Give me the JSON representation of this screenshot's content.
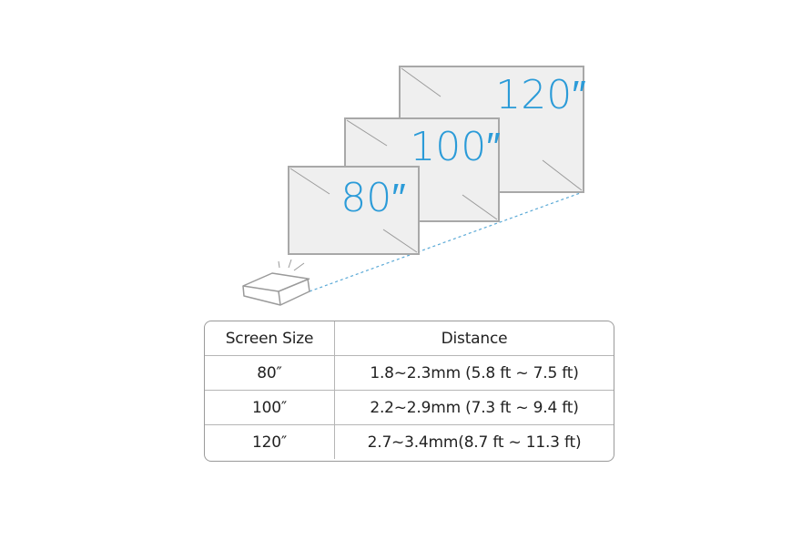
{
  "diagram": {
    "screens": [
      {
        "label": "120″",
        "size": 120
      },
      {
        "label": "100″",
        "size": 100
      },
      {
        "label": "80″",
        "size": 80
      }
    ],
    "colors": {
      "label": "#2b9bd8",
      "screen_fill": "#efefef",
      "screen_border": "#a8a8a8",
      "beam": "#5aa9d6"
    }
  },
  "table": {
    "headers": [
      "Screen Size",
      "Distance"
    ],
    "rows": [
      [
        "80″",
        "1.8~2.3mm (5.8 ft ~ 7.5 ft)"
      ],
      [
        "100″",
        "2.2~2.9mm (7.3 ft ~ 9.4 ft)"
      ],
      [
        "120″",
        "2.7~3.4mm(8.7 ft ~ 11.3 ft)"
      ]
    ]
  }
}
